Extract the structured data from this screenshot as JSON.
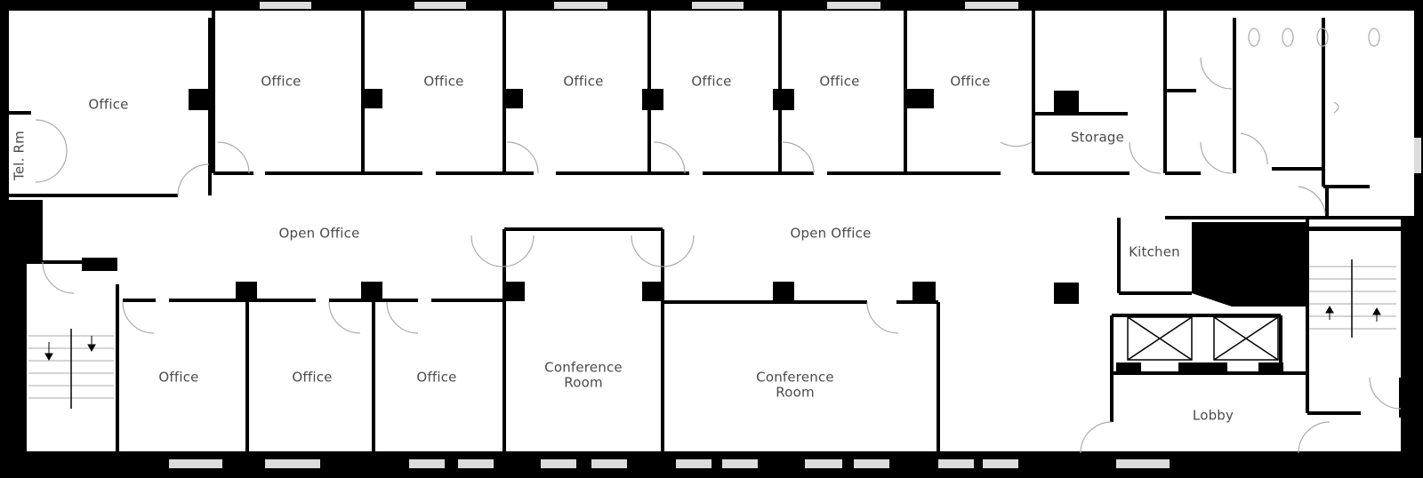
{
  "floor_plan": {
    "colors": {
      "wall": "#000000",
      "floor": "#ffffff",
      "label": "#4a4a4a",
      "door": "#aaaaaa",
      "window": "#dcdcdc"
    },
    "rooms": {
      "office_nw": "Office",
      "office_1": "Office",
      "office_2": "Office",
      "office_3": "Office",
      "office_4": "Office",
      "office_5": "Office",
      "office_6": "Office",
      "storage": "Storage",
      "tel_rm": "Tel. Rm",
      "open_office_west": "Open Office",
      "open_office_east": "Open Office",
      "kitchen": "Kitchen",
      "office_s1": "Office",
      "office_s2": "Office",
      "office_s3": "Office",
      "conference_room_1_line1": "Conference",
      "conference_room_1_line2": "Room",
      "conference_room_2_line1": "Conference",
      "conference_room_2_line2": "Room",
      "lobby": "Lobby"
    },
    "icons": [
      "stair-arrow-down-icon",
      "stair-arrow-up-icon",
      "elevator-icon",
      "door-swing-icon",
      "toilet-icon",
      "sink-icon"
    ]
  }
}
